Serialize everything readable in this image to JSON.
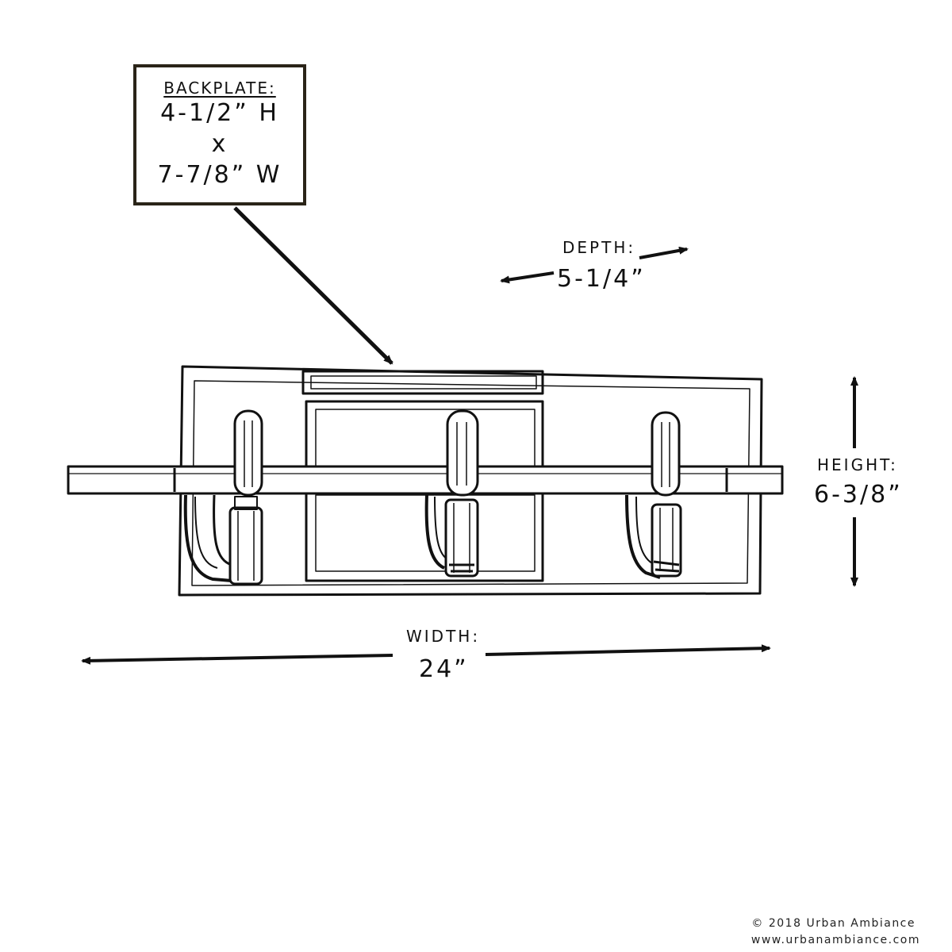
{
  "backplate": {
    "heading": "BACKPLATE:",
    "line1": "4-1/2” H",
    "line2": "x",
    "line3": "7-7/8” W"
  },
  "depth": {
    "label": "DEPTH:",
    "value": "5-1/4”"
  },
  "height": {
    "label": "HEIGHT:",
    "value": "6-3/8”"
  },
  "width": {
    "label": "WIDTH:",
    "value": "24”"
  },
  "footer": {
    "copyright": "© 2018 Urban Ambiance",
    "website": "www.urbanambiance.com"
  },
  "colors": {
    "line": "#111111",
    "box_border": "#2a2418",
    "background": "#ffffff"
  },
  "drawing": {
    "subject": "three-light vanity fixture",
    "bulb_count": 3
  }
}
